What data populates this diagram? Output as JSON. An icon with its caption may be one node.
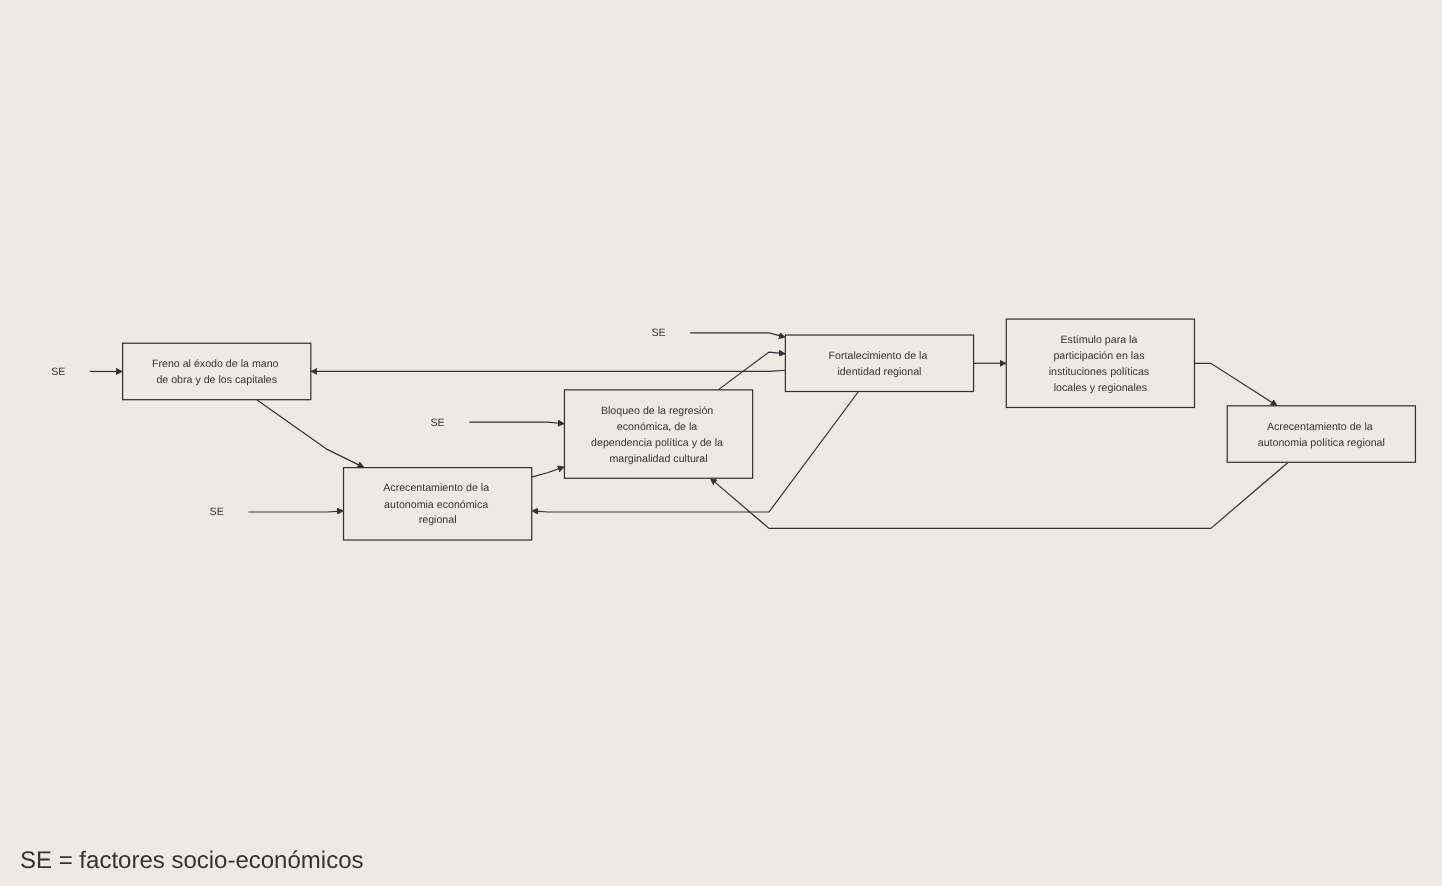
{
  "diagram": {
    "nodes": [
      {
        "text": [
          "SE"
        ]
      },
      {
        "text": [
          "Freno al éxodo de la mano de obra y de los capitales"
        ]
      },
      {
        "text": [
          "SE"
        ]
      },
      {
        "text": [
          "Fortalecimiento de la identidad regional"
        ]
      },
      {
        "text": [
          "SE"
        ]
      },
      {
        "text": [
          "Acrecentamiento de la autonomia económica regional"
        ]
      },
      {
        "text": [
          "SE"
        ]
      },
      {
        "text": [
          "Bloqueo de la regresión económica, de la dependencia política y de la marginalidad cultural"
        ]
      },
      {
        "text": [
          "Estímulo para la participación en las instituciones políticas locales y regionales"
        ]
      },
      {
        "text": [
          "Acrecentamiento de la autonomia política regional"
        ]
      }
    ],
    "edges": [
      {
        "from": 0,
        "to": 1,
        "arrow": "to"
      },
      {
        "from": 2,
        "to": 3,
        "arrow": "to"
      },
      {
        "from": 3,
        "to": 1,
        "arrow": "to"
      },
      {
        "from": 1,
        "to": 5,
        "arrow": "to"
      },
      {
        "from": 3,
        "to": 5,
        "arrow": "to"
      },
      {
        "from": 3,
        "to": 8,
        "arrow": "to"
      },
      {
        "from": 4,
        "to": 5,
        "arrow": "to"
      },
      {
        "from": 8,
        "to": 9,
        "arrow": "to"
      },
      {
        "from": 6,
        "to": 7,
        "arrow": "to"
      },
      {
        "from": 5,
        "to": 7,
        "arrow": "to"
      },
      {
        "from": 9,
        "to": 7,
        "arrow": "to"
      },
      {
        "from": 7,
        "to": 3,
        "arrow": "to"
      }
    ],
    "labels": [
      "SE = factores socio-económicos"
    ]
  }
}
